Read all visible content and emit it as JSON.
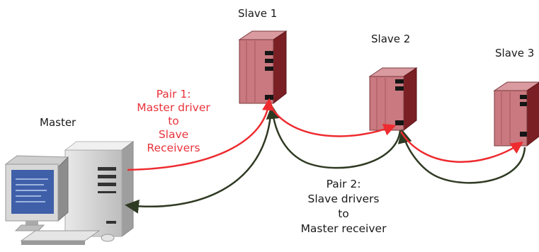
{
  "nodes": {
    "master": "Master",
    "slave1": "Slave 1",
    "slave2": "Slave 2",
    "slave3": "Slave 3"
  },
  "pair1": {
    "line1": "Pair 1:",
    "line2": "Master driver",
    "line3": "to",
    "line4": "Slave",
    "line5": "Receivers"
  },
  "pair2": {
    "line1": "Pair 2:",
    "line2": "Slave drivers",
    "line3": "to",
    "line4": "Master receiver"
  },
  "colors": {
    "pair1_line": "#ee2b2f",
    "pair2_line": "#2f3a23",
    "slave_body": "#c9797f",
    "slave_side": "#7a1f24",
    "screen": "#3f5fa8"
  }
}
